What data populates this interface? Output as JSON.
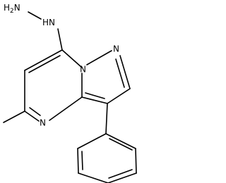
{
  "molecule": {
    "atoms": {
      "hydrazine_nh2": {
        "element": "N",
        "label": "H2N"
      },
      "hydrazine_nh": {
        "element": "N",
        "label": "HN"
      },
      "ring_n_bridge": {
        "element": "N",
        "label": "N"
      },
      "ring_n_pyrazole": {
        "element": "N",
        "label": "N"
      },
      "ring_n_pyrimidine": {
        "element": "N",
        "label": "N"
      }
    },
    "substituents": {
      "methyl": "methyl",
      "phenyl": "phenyl"
    }
  },
  "labels": {
    "h2n_h": "H",
    "h2n_sub": "2",
    "h2n_n": "N",
    "hn_h": "H",
    "hn_n": "N",
    "n_bridge": "N",
    "n_pyrazole": "N",
    "n_pyrimidine": "N"
  },
  "colors": {
    "bond": "#000000",
    "text": "#000000",
    "background": "#ffffff"
  }
}
